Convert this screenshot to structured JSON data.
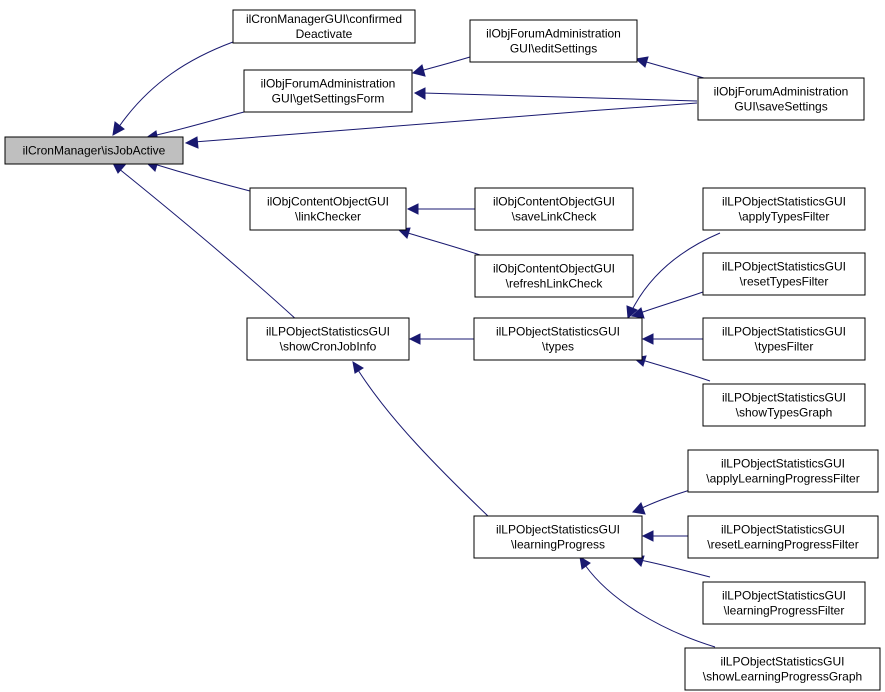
{
  "colors": {
    "edge": "#191970",
    "root_fill": "#bfbfbf",
    "node_fill": "#ffffff",
    "border": "#000000"
  },
  "nodes": {
    "isJobActive": {
      "lines": [
        "ilCronManager\\isJobActive"
      ]
    },
    "confirmedDeactivate": {
      "lines": [
        "ilCronManagerGUI\\confirmed",
        "Deactivate"
      ]
    },
    "getSettingsForm": {
      "lines": [
        "ilObjForumAdministration",
        "GUI\\getSettingsForm"
      ]
    },
    "editSettings": {
      "lines": [
        "ilObjForumAdministration",
        "GUI\\editSettings"
      ]
    },
    "saveSettings": {
      "lines": [
        "ilObjForumAdministration",
        "GUI\\saveSettings"
      ]
    },
    "linkChecker": {
      "lines": [
        "ilObjContentObjectGUI",
        "\\linkChecker"
      ]
    },
    "saveLinkCheck": {
      "lines": [
        "ilObjContentObjectGUI",
        "\\saveLinkCheck"
      ]
    },
    "refreshLinkCheck": {
      "lines": [
        "ilObjContentObjectGUI",
        "\\refreshLinkCheck"
      ]
    },
    "showCronJobInfo": {
      "lines": [
        "ilLPObjectStatisticsGUI",
        "\\showCronJobInfo"
      ]
    },
    "types": {
      "lines": [
        "ilLPObjectStatisticsGUI",
        "\\types"
      ]
    },
    "applyTypesFilter": {
      "lines": [
        "ilLPObjectStatisticsGUI",
        "\\applyTypesFilter"
      ]
    },
    "resetTypesFilter": {
      "lines": [
        "ilLPObjectStatisticsGUI",
        "\\resetTypesFilter"
      ]
    },
    "typesFilter": {
      "lines": [
        "ilLPObjectStatisticsGUI",
        "\\typesFilter"
      ]
    },
    "showTypesGraph": {
      "lines": [
        "ilLPObjectStatisticsGUI",
        "\\showTypesGraph"
      ]
    },
    "learningProgress": {
      "lines": [
        "ilLPObjectStatisticsGUI",
        "\\learningProgress"
      ]
    },
    "applyLearningProgressFilter": {
      "lines": [
        "ilLPObjectStatisticsGUI",
        "\\applyLearningProgressFilter"
      ]
    },
    "resetLearningProgressFilter": {
      "lines": [
        "ilLPObjectStatisticsGUI",
        "\\resetLearningProgressFilter"
      ]
    },
    "learningProgressFilter": {
      "lines": [
        "ilLPObjectStatisticsGUI",
        "\\learningProgressFilter"
      ]
    },
    "showLearningProgressGraph": {
      "lines": [
        "ilLPObjectStatisticsGUI",
        "\\showLearningProgressGraph"
      ]
    }
  },
  "edges": [
    {
      "from": "confirmedDeactivate",
      "to": "isJobActive"
    },
    {
      "from": "getSettingsForm",
      "to": "isJobActive"
    },
    {
      "from": "saveSettings",
      "to": "isJobActive"
    },
    {
      "from": "linkChecker",
      "to": "isJobActive"
    },
    {
      "from": "showCronJobInfo",
      "to": "isJobActive"
    },
    {
      "from": "editSettings",
      "to": "getSettingsForm"
    },
    {
      "from": "saveSettings",
      "to": "getSettingsForm"
    },
    {
      "from": "saveSettings",
      "to": "editSettings"
    },
    {
      "from": "saveLinkCheck",
      "to": "linkChecker"
    },
    {
      "from": "refreshLinkCheck",
      "to": "linkChecker"
    },
    {
      "from": "types",
      "to": "showCronJobInfo"
    },
    {
      "from": "learningProgress",
      "to": "showCronJobInfo"
    },
    {
      "from": "applyTypesFilter",
      "to": "types"
    },
    {
      "from": "resetTypesFilter",
      "to": "types"
    },
    {
      "from": "typesFilter",
      "to": "types"
    },
    {
      "from": "showTypesGraph",
      "to": "types"
    },
    {
      "from": "applyLearningProgressFilter",
      "to": "learningProgress"
    },
    {
      "from": "resetLearningProgressFilter",
      "to": "learningProgress"
    },
    {
      "from": "learningProgressFilter",
      "to": "learningProgress"
    },
    {
      "from": "showLearningProgressGraph",
      "to": "learningProgress"
    }
  ]
}
